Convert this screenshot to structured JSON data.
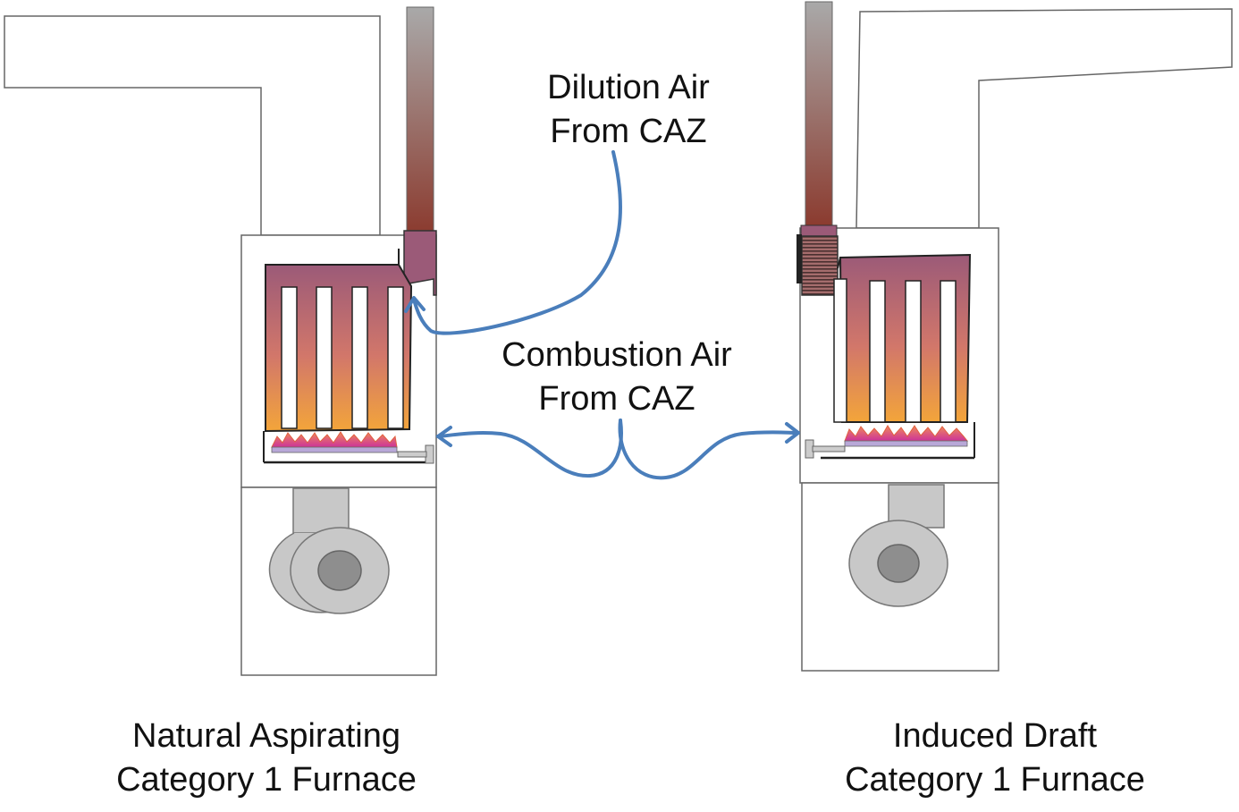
{
  "labels": {
    "dilution_air": [
      "Dilution Air",
      "From CAZ"
    ],
    "combustion_air": [
      "Combustion Air",
      "From CAZ"
    ],
    "left_furnace": [
      "Natural Aspirating",
      "Category 1 Furnace"
    ],
    "right_furnace": [
      "Induced Draft",
      "Category 1 Furnace"
    ]
  },
  "colors": {
    "arrow": "#4a7ebb",
    "outline": "#666666",
    "flue_top": "#a9a9a9",
    "flue_bottom": "#8b3a2e",
    "heat_exchanger_top": "#9b5a78",
    "heat_exchanger_bottom": "#f0a03a",
    "blower": "#c8c8c8",
    "flame_outer": "#f08a5a",
    "flame_inner": "#cc3399"
  },
  "icons": {
    "blower": "blower-fan-icon",
    "burner": "burner-flame-icon",
    "inducer": "inducer-fan-icon"
  }
}
